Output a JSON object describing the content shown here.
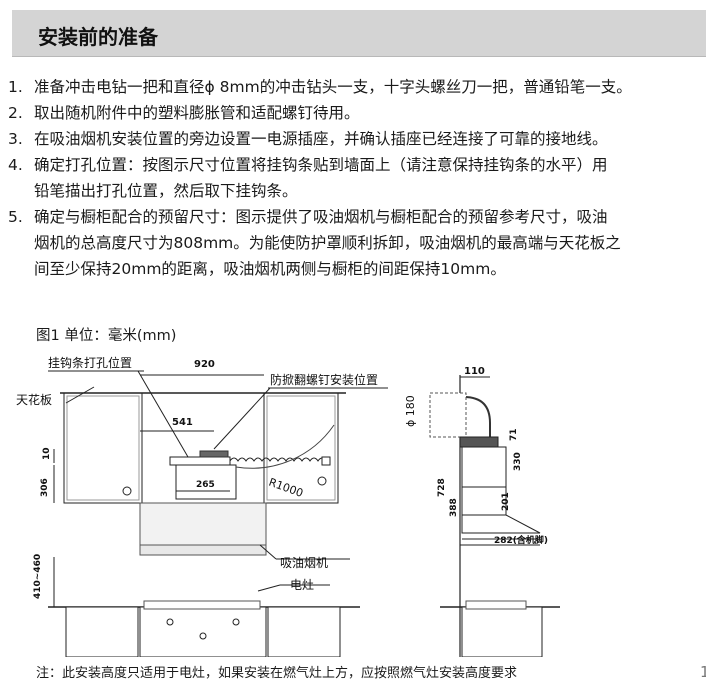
{
  "header": {
    "title": "安装前的准备"
  },
  "steps": [
    {
      "num": "1.",
      "lines": [
        "准备冲击电钻一把和直径ϕ 8mm的冲击钻头一支，十字头螺丝刀一把，普通铅笔一支。"
      ]
    },
    {
      "num": "2.",
      "lines": [
        "取出随机附件中的塑料膨胀管和适配螺钉待用。"
      ]
    },
    {
      "num": "3.",
      "lines": [
        "在吸油烟机安装位置的旁边设置一电源插座，并确认插座已经连接了可靠的接地线。"
      ]
    },
    {
      "num": "4.",
      "lines": [
        "确定打孔位置：按图示尺寸位置将挂钩条贴到墙面上（请注意保持挂钩条的水平）用",
        "铅笔描出打孔位置，然后取下挂钩条。"
      ]
    },
    {
      "num": "5.",
      "lines": [
        "确定与橱柜配合的预留尺寸：图示提供了吸油烟机与橱柜配合的预留参考尺寸，吸油",
        "烟机的总高度尺寸为808mm。为能使防护罩顺利拆卸，吸油烟机的最高端与天花板之",
        "间至少保持20mm的距离，吸油烟机两侧与橱柜的间距保持10mm。"
      ]
    }
  ],
  "figure": {
    "caption": "图1  单位：毫米(mm)",
    "labels": {
      "hook_holes": "挂钩条打孔位置",
      "anti_tip": "防掀翻螺钉安装位置",
      "ceiling": "天花板",
      "hood": "吸油烟机",
      "stove": "电灶",
      "radius": "R1000",
      "diameter": "ϕ 180"
    },
    "dims": {
      "width_920": "920",
      "offset_541": "541",
      "gap_10": "10",
      "cab_306": "306",
      "hood_265": "265",
      "range_410_460": "410~460",
      "top_110": "110",
      "d_71": "71",
      "d_330": "330",
      "d_728": "728",
      "d_388": "388",
      "d_201": "201",
      "depth_282": "282(含机脚)"
    }
  },
  "note": "注：此安装高度只适用于电灶，如果安装在燃气灶上方，应按照燃气灶安装高度要求",
  "page_number": "1"
}
